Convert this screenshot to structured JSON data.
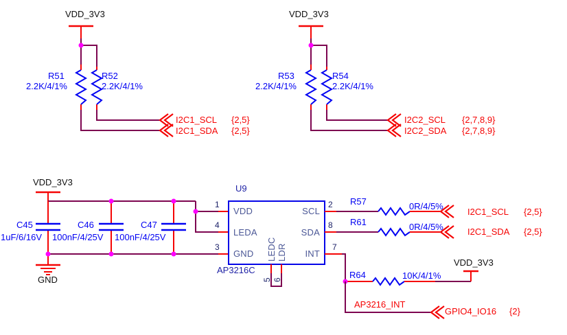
{
  "colors": {
    "wire": "#7d0550",
    "pin_and_power": "#f50404",
    "net_text": "#f50404",
    "symbol_blue": "#0202f2",
    "value_text": "#0202f2",
    "reference_text": "#2023a6",
    "pin_number_text": "#1c2168",
    "pin_name_text": "#4b5796",
    "junction_dot": "#ff00ff",
    "plain_text": "#101010"
  },
  "blocks": {
    "pullup1": {
      "power": "VDD_3V3",
      "r_left": {
        "ref": "R51",
        "value": "2.2K/4/1%"
      },
      "r_right": {
        "ref": "R52",
        "value": "2.2K/4/1%"
      },
      "net_top": {
        "name": "I2C1_SCL",
        "pages": "{2,5}"
      },
      "net_bottom": {
        "name": "I2C1_SDA",
        "pages": "{2,5}"
      }
    },
    "pullup2": {
      "power": "VDD_3V3",
      "r_left": {
        "ref": "R53",
        "value": "2.2K/4/1%"
      },
      "r_right": {
        "ref": "R54",
        "value": "2.2K/4/1%"
      },
      "net_top": {
        "name": "I2C2_SCL",
        "pages": "{2,7,8,9}"
      },
      "net_bottom": {
        "name": "I2C2_SDA",
        "pages": "{2,7,8,9}"
      }
    },
    "sensor": {
      "power": "VDD_3V3",
      "ground": "GND",
      "caps": [
        {
          "ref": "C45",
          "value": "1uF/6/16V"
        },
        {
          "ref": "C46",
          "value": "100nF/4/25V"
        },
        {
          "ref": "C47",
          "value": "100nF/4/25V"
        }
      ],
      "ic": {
        "ref": "U9",
        "part": "AP3216C",
        "left_pins": [
          {
            "num": "1",
            "name": "VDD"
          },
          {
            "num": "4",
            "name": "LEDA"
          },
          {
            "num": "3",
            "name": "GND"
          }
        ],
        "right_pins": [
          {
            "num": "2",
            "name": "SCL"
          },
          {
            "num": "8",
            "name": "SDA"
          },
          {
            "num": "7",
            "name": "INT"
          }
        ],
        "bottom_pins": [
          {
            "num": "5",
            "name": "LEDC"
          },
          {
            "num": "6",
            "name": "LDR"
          }
        ]
      },
      "r_scl": {
        "ref": "R57",
        "value": "0R/4/5%"
      },
      "r_sda": {
        "ref": "R61",
        "value": "0R/4/5%"
      },
      "net_scl": {
        "name": "I2C1_SCL",
        "pages": "{2,5}"
      },
      "net_sda": {
        "name": "I2C1_SDA",
        "pages": "{2,5}"
      },
      "r_int": {
        "ref": "R64",
        "value": "10K/4/1%"
      },
      "int_power": "VDD_3V3",
      "int_label": "AP3216_INT",
      "net_int": {
        "name": "GPIO4_IO16",
        "pages": "{2}"
      }
    }
  }
}
